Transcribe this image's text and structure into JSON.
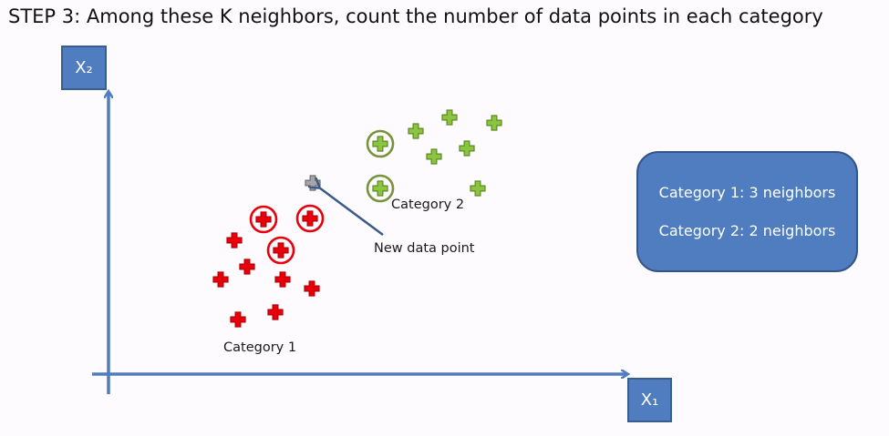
{
  "title": "STEP 3: Among these K neighbors, count the number of data points in each category",
  "axes": {
    "x_label": "X₁",
    "y_label": "X₂"
  },
  "labels": {
    "category1": "Category 1",
    "category2": "Category 2",
    "new_point": "New data point"
  },
  "summary": {
    "line1": "Category 1: 3 neighbors",
    "line2": "Category 2: 2 neighbors"
  },
  "colors": {
    "category1": "#e8000b",
    "category2": "#8bc43f",
    "new_point": "#a6a6a6",
    "axis": "#4f7dbf",
    "neighbor_ring_cat1": "#e8000b",
    "neighbor_ring_cat2": "#77933c"
  },
  "icons": {
    "data_point": "plus-marker",
    "neighbor_marker": "ring-marker",
    "pointer": "arrow"
  }
}
